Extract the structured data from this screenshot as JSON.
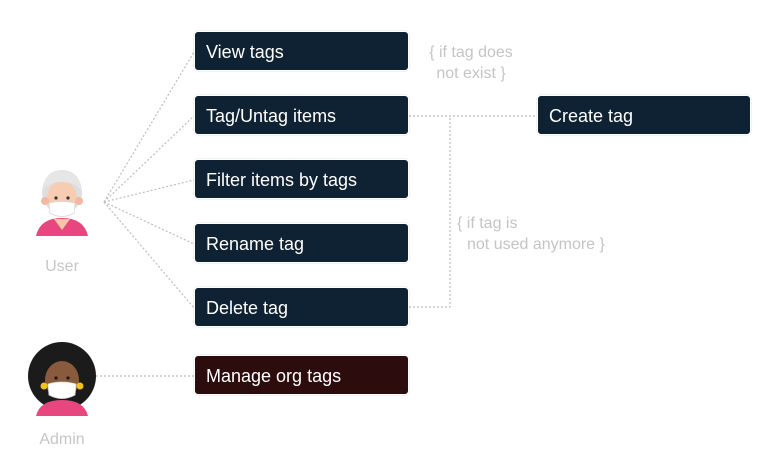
{
  "actors": {
    "user": {
      "label": "User"
    },
    "admin": {
      "label": "Admin"
    }
  },
  "use_cases": [
    {
      "label": "View tags"
    },
    {
      "label": "Tag/Untag items"
    },
    {
      "label": "Filter items by tags"
    },
    {
      "label": "Rename tag"
    },
    {
      "label": "Delete tag"
    },
    {
      "label": "Manage org tags"
    }
  ],
  "extension": {
    "label": "Create tag"
  },
  "notes": {
    "create_condition": [
      "{ if tag does",
      "not exist }"
    ],
    "delete_condition": [
      "{ if tag is",
      "not used anymore }"
    ]
  },
  "colors": {
    "box_dark": "#0f2233",
    "box_admin": "#2d0c0e",
    "connector": "#bcbcbc",
    "note_text": "#c4c4c4"
  }
}
